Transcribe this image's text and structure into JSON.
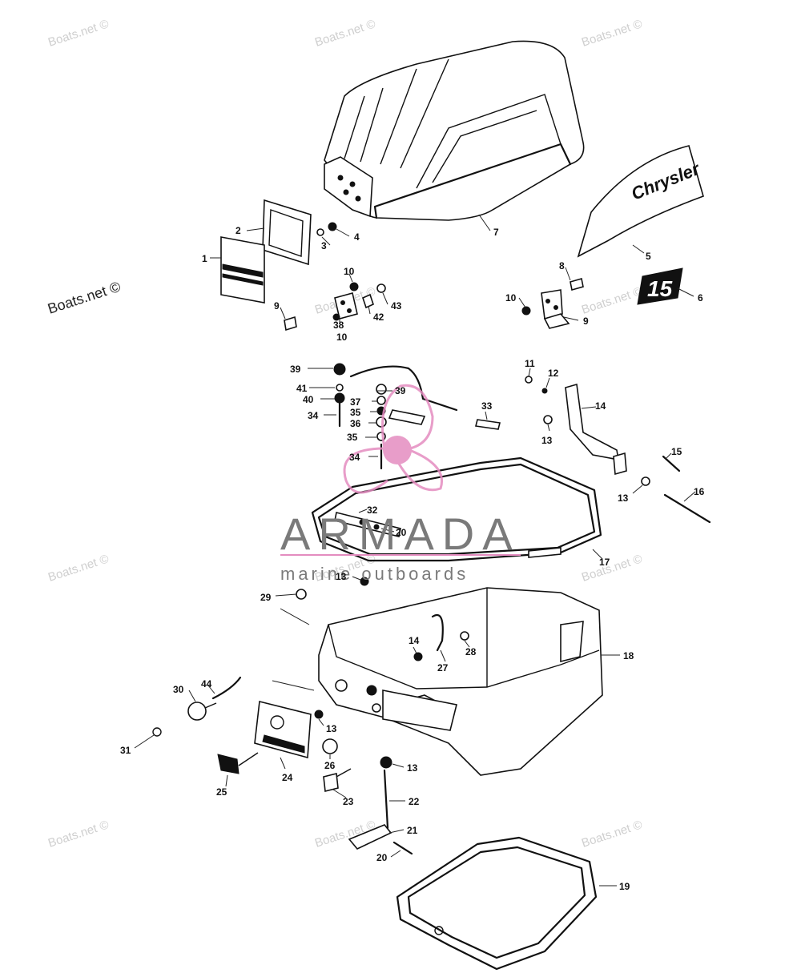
{
  "watermarks": [
    "Boats.net ©",
    "Boats.net ©",
    "Boats.net ©",
    "Boats.net ©",
    "Boats.net ©",
    "Boats.net ©",
    "Boats.net ©",
    "Boats.net ©",
    "Boats.net ©",
    "Boats.net ©",
    "Boats.net ©",
    "Boats.net ©"
  ],
  "brand": {
    "name": "ARMADA",
    "tagline": "marine outboards",
    "accent_color": "#e48cc0",
    "text_color": "#7a7a7a"
  },
  "decals": {
    "chrysler": "Chrysler",
    "model": "15"
  },
  "callouts": [
    "1",
    "2",
    "3",
    "4",
    "7",
    "5",
    "6",
    "8",
    "9",
    "10",
    "10",
    "10",
    "43",
    "42",
    "38",
    "9",
    "39",
    "39",
    "41",
    "40",
    "37",
    "35",
    "34",
    "36",
    "35",
    "34",
    "33",
    "11",
    "12",
    "14",
    "13",
    "15",
    "16",
    "13",
    "32",
    "20",
    "17",
    "13",
    "29",
    "14",
    "28",
    "27",
    "18",
    "30",
    "44",
    "31",
    "13",
    "26",
    "24",
    "25",
    "23",
    "13",
    "22",
    "21",
    "20",
    "19"
  ]
}
